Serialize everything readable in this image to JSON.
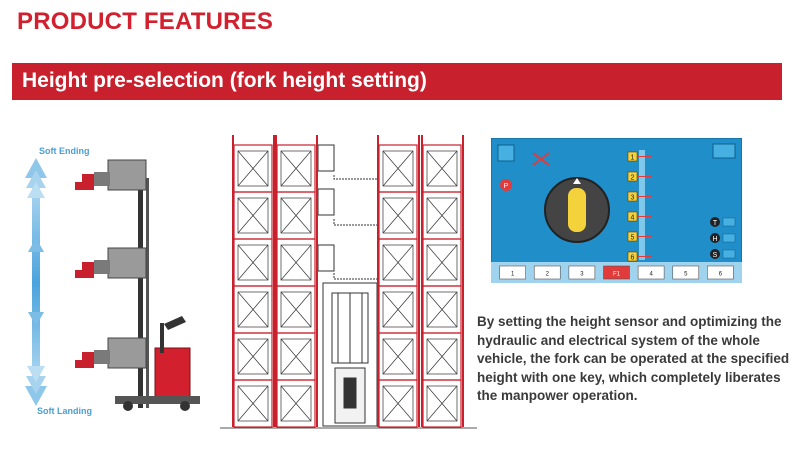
{
  "header": {
    "title": "PRODUCT FEATURES"
  },
  "banner": {
    "title": "Height pre-selection (fork height setting)"
  },
  "forklift": {
    "top_label": "Soft Ending",
    "bottom_label": "Soft Landing"
  },
  "hmi": {
    "bottom_buttons": [
      "1",
      "2",
      "3",
      "F1",
      "4",
      "5",
      "6"
    ],
    "height_levels": [
      "1",
      "2",
      "3",
      "4",
      "5",
      "6"
    ],
    "side_buttons": [
      "T",
      "H",
      "S"
    ],
    "accent": "#1f8ec9"
  },
  "description": {
    "lines": [
      "By setting the height sensor and optimizing  the",
      "hydraulic and  electrical system of the whole",
      "vehicle, the fork can be operated at the specified",
      "height with one key, which completely liberates",
      "the manpower operation."
    ]
  },
  "colors": {
    "brand_red": "#c8202c",
    "title_red": "#d2202f",
    "arrow_blue": "#4a9fd6"
  }
}
